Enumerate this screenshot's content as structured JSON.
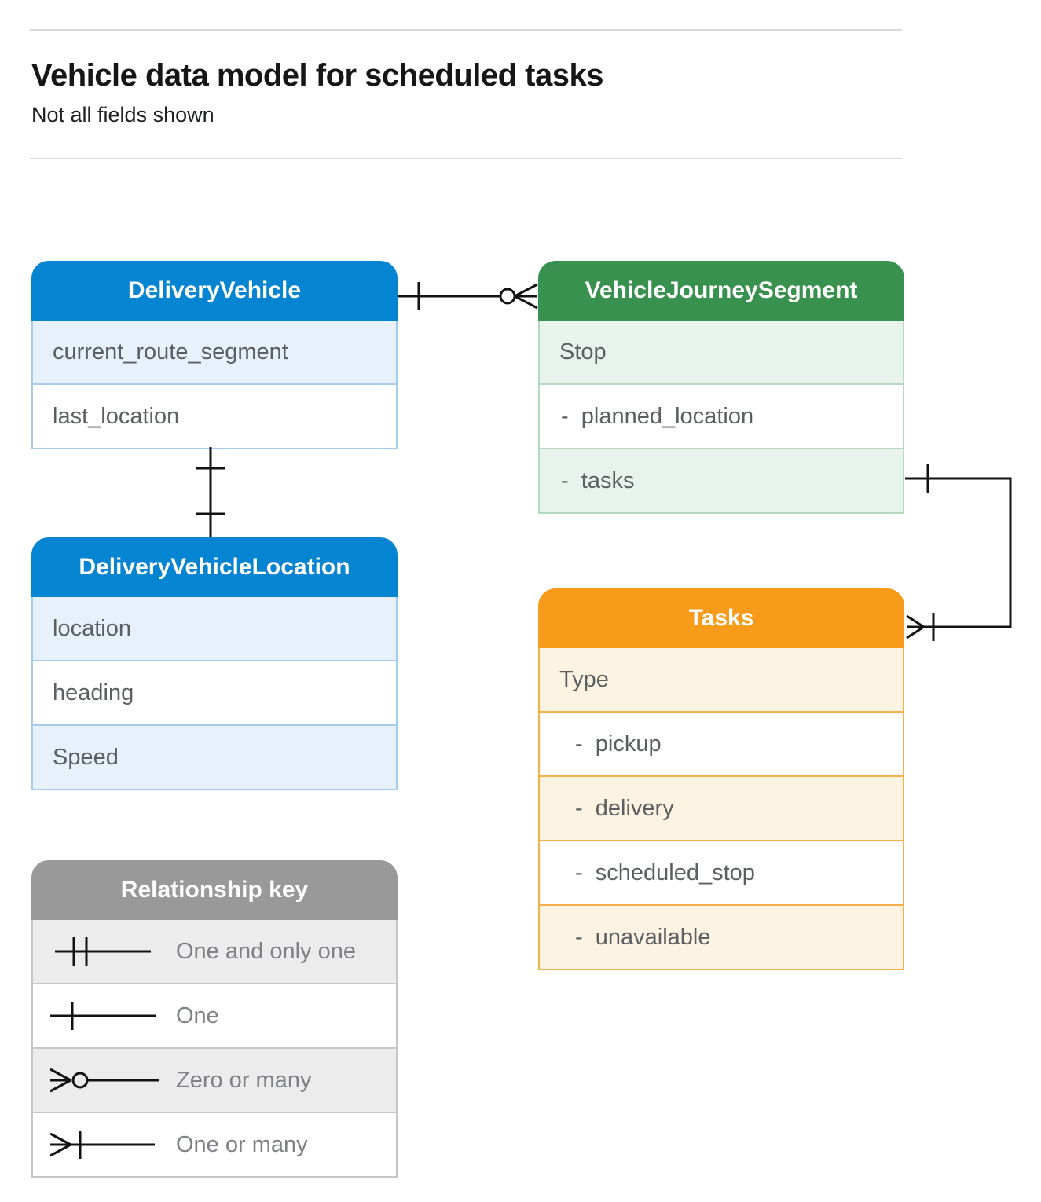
{
  "page": {
    "title": "Vehicle data model for scheduled tasks",
    "subtitle": "Not all fields shown"
  },
  "tables": {
    "delivery_vehicle": {
      "title": "DeliveryVehicle",
      "rows": [
        "current_route_segment",
        "last_location"
      ]
    },
    "vehicle_journey_segment": {
      "title": "VehicleJourneySegment",
      "rows": [
        "Stop",
        "-  planned_location",
        "-  tasks"
      ]
    },
    "delivery_vehicle_location": {
      "title": "DeliveryVehicleLocation",
      "rows": [
        "location",
        "heading",
        "Speed"
      ]
    },
    "tasks": {
      "title": "Tasks",
      "rows": [
        "Type",
        "-  pickup",
        "-  delivery",
        "-  scheduled_stop",
        "-  unavailable"
      ]
    },
    "legend": {
      "title": "Relationship key",
      "rows": [
        "One and only one",
        "One",
        "Zero or many",
        "One or many"
      ]
    }
  },
  "relationships": [
    {
      "from": "DeliveryVehicle",
      "to": "VehicleJourneySegment",
      "from_cardinality": "one",
      "to_cardinality": "zero-or-many"
    },
    {
      "from": "DeliveryVehicle",
      "to": "DeliveryVehicleLocation",
      "from_cardinality": "one",
      "to_cardinality": "one"
    },
    {
      "from": "VehicleJourneySegment.tasks",
      "to": "Tasks",
      "from_cardinality": "one",
      "to_cardinality": "one-or-many"
    }
  ],
  "colors": {
    "blue": "#0584d1",
    "blue_tint": "#e7f1fb",
    "blue_border": "#a6cbec",
    "green": "#38914e",
    "green_tint": "#e9f3ed",
    "green_border": "#b5d8c0",
    "orange": "#f89b1b",
    "orange_tint": "#fdf3e3",
    "orange_border": "#f4b14c",
    "gray": "#999999",
    "gray_tint": "#ececec",
    "gray_border": "#c6c6c6"
  }
}
